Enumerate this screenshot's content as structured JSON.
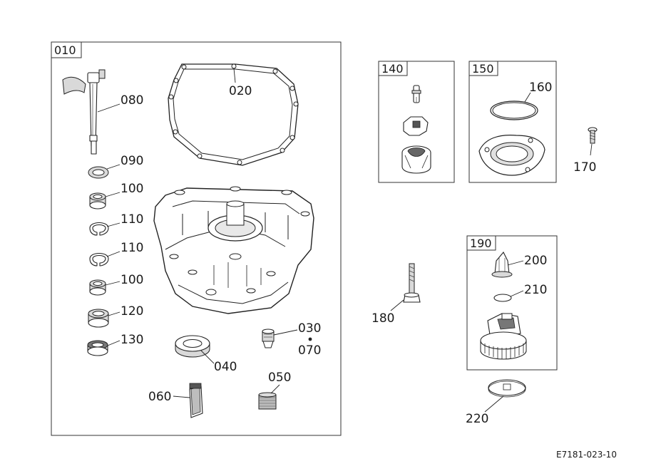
{
  "diagram": {
    "reference_code": "E7181-023-10",
    "groups": [
      {
        "id": "010"
      },
      {
        "id": "140"
      },
      {
        "id": "150"
      },
      {
        "id": "190"
      }
    ],
    "callouts": {
      "p020": "020",
      "p030": "030",
      "p040": "040",
      "p050": "050",
      "p060": "060",
      "p070": "070",
      "p080": "080",
      "p090": "090",
      "p100a": "100",
      "p100b": "100",
      "p110a": "110",
      "p110b": "110",
      "p120": "120",
      "p130": "130",
      "p160": "160",
      "p170": "170",
      "p180": "180",
      "p200": "200",
      "p210": "210",
      "p220": "220"
    }
  }
}
